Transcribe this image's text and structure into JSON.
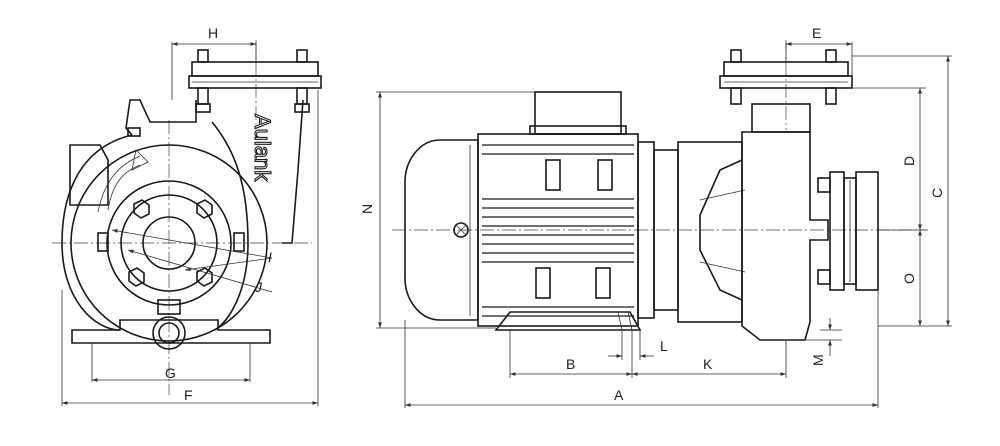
{
  "brand": {
    "logo_text": "Aulank"
  },
  "dimensions": {
    "A": "A",
    "B": "B",
    "C": "C",
    "D": "D",
    "E": "E",
    "F": "F",
    "G": "G",
    "H": "H",
    "I": "I",
    "J": "J",
    "K": "K",
    "L": "L",
    "M": "M",
    "N": "N",
    "O": "O"
  }
}
